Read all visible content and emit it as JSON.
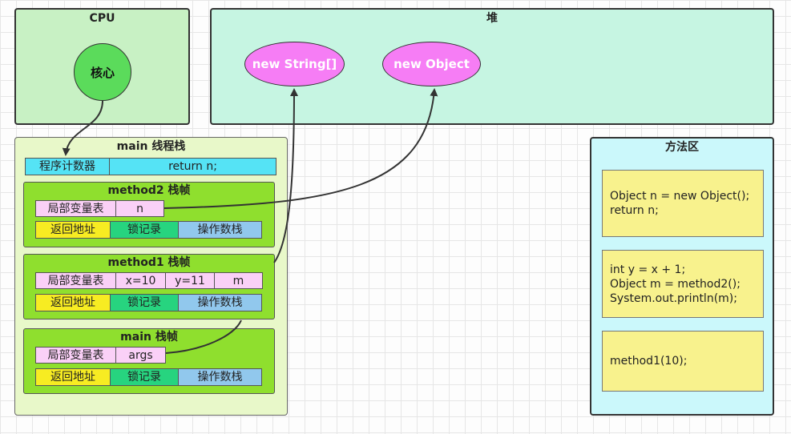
{
  "cpu": {
    "title": "CPU",
    "core": "核心"
  },
  "heap": {
    "title": "堆",
    "objects": [
      "new String[]",
      "new Object"
    ]
  },
  "stack": {
    "title": "main 线程栈",
    "pc": {
      "label": "程序计数器",
      "value": "return n;"
    },
    "frames": [
      {
        "title": "method2 栈帧",
        "locals_label": "局部变量表",
        "locals": [
          "n"
        ],
        "return": "返回地址",
        "lock": "锁记录",
        "operand": "操作数栈"
      },
      {
        "title": "method1 栈帧",
        "locals_label": "局部变量表",
        "locals": [
          "x=10",
          "y=11",
          "m"
        ],
        "return": "返回地址",
        "lock": "锁记录",
        "operand": "操作数栈"
      },
      {
        "title": "main 栈帧",
        "locals_label": "局部变量表",
        "locals": [
          "args"
        ],
        "return": "返回地址",
        "lock": "锁记录",
        "operand": "操作数栈"
      }
    ]
  },
  "method_area": {
    "title": "方法区",
    "blocks": [
      {
        "lines": [
          "Object n = new Object();",
          "return n;"
        ]
      },
      {
        "lines": [
          "int y = x + 1;",
          "Object m = method2();",
          "System.out.println(m);"
        ]
      },
      {
        "lines": [
          "method1(10);"
        ]
      }
    ]
  }
}
